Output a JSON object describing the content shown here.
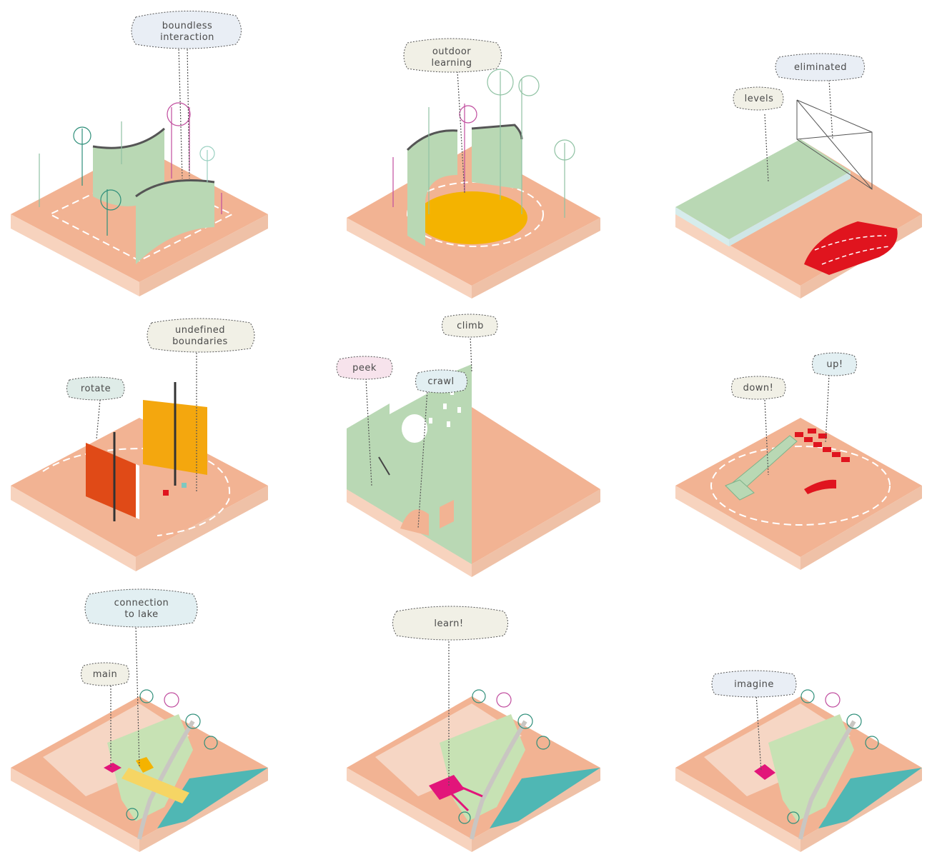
{
  "colors": {
    "slab_top": "#f2b393",
    "slab_left": "#f6cdb6",
    "slab_right": "#eebea3",
    "slab_edge": "#fbe6da",
    "green_panel": "#b9d8b4",
    "green_dark": "#7fb38a",
    "yellow": "#f4b300",
    "red": "#e0141e",
    "orange_panel": "#e9762b",
    "orange_red": "#e04a17",
    "magenta": "#e2157a",
    "water": "#4fb7b4",
    "path": "#c9c6c2",
    "line": "#5a5a5a"
  },
  "tiles": [
    {
      "id": "boundless",
      "labels": [
        "boundless\ninteraction"
      ]
    },
    {
      "id": "outdoor",
      "labels": [
        "outdoor\nlearning"
      ]
    },
    {
      "id": "levels",
      "labels": [
        "levels",
        "eliminated"
      ]
    },
    {
      "id": "undefined",
      "labels": [
        "rotate",
        "undefined\nboundaries"
      ]
    },
    {
      "id": "climb",
      "labels": [
        "peek",
        "crawl",
        "climb"
      ]
    },
    {
      "id": "updown",
      "labels": [
        "down!",
        "up!"
      ]
    },
    {
      "id": "connection",
      "labels": [
        "main",
        "connection\nto lake"
      ]
    },
    {
      "id": "learn",
      "labels": [
        "learn!"
      ]
    },
    {
      "id": "imagine",
      "labels": [
        "imagine"
      ]
    }
  ]
}
